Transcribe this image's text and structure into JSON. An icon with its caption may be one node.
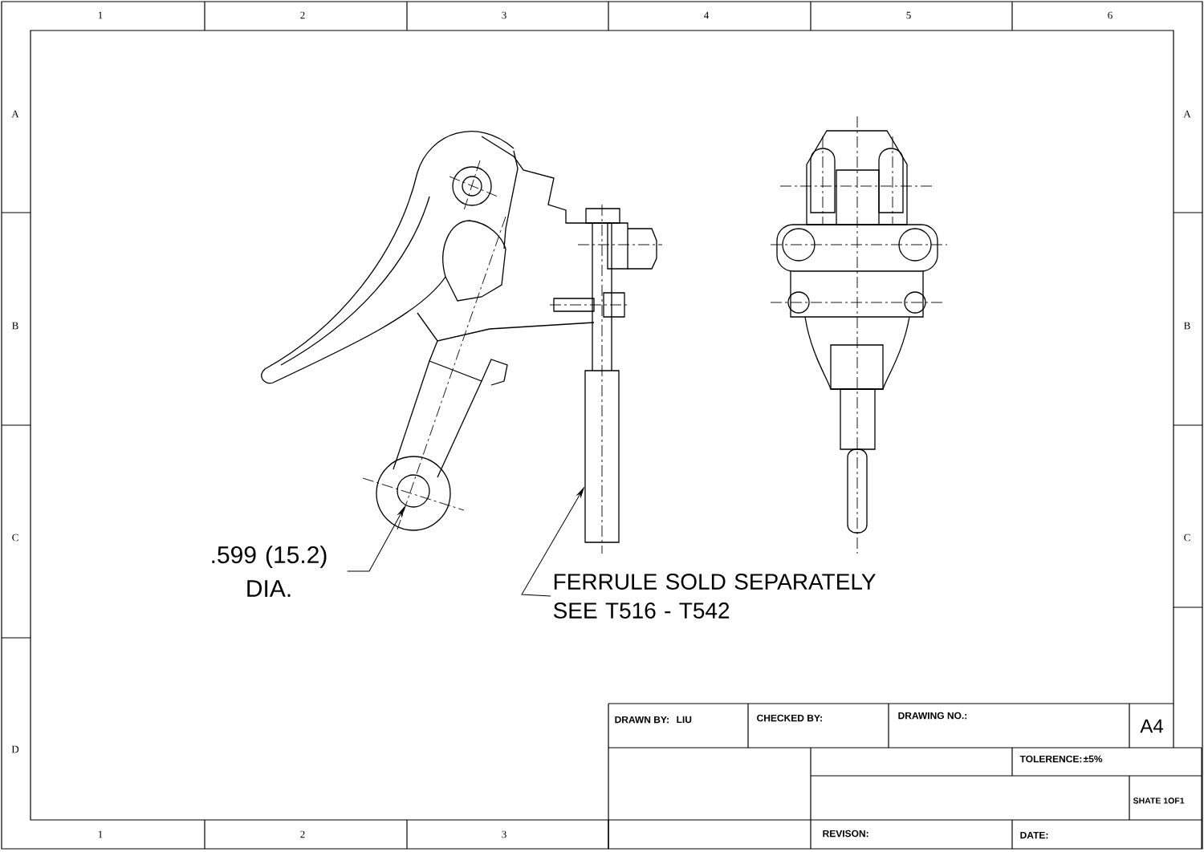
{
  "diagram": {
    "nodes": [
      {
        "text": [
          ".599 (15.2) DIA."
        ]
      },
      {
        "text": [
          "FERRULE SOLD SEPARATELY SEE T516 - T542"
        ]
      },
      {
        "text": [],
        "shape": "circle"
      },
      {
        "text": [],
        "shape": "bar"
      }
    ],
    "edges": [
      {
        "from": 0,
        "to": 2,
        "arrow": "to"
      },
      {
        "from": 1,
        "to": 3,
        "arrow": "to"
      }
    ],
    "labels": [
      "1",
      "2",
      "3",
      "4",
      "5",
      "6",
      "A",
      "B",
      "C",
      "D",
      "A",
      "B",
      "C",
      "1",
      "2",
      "3",
      "DRAWN BY:",
      "LIU",
      "CHECKED BY:",
      "DRAWING NO.:",
      "A4",
      "TOLERENCE:",
      "±5%",
      "SHATE 1OF1",
      "REVISON:",
      "DATE:"
    ]
  }
}
